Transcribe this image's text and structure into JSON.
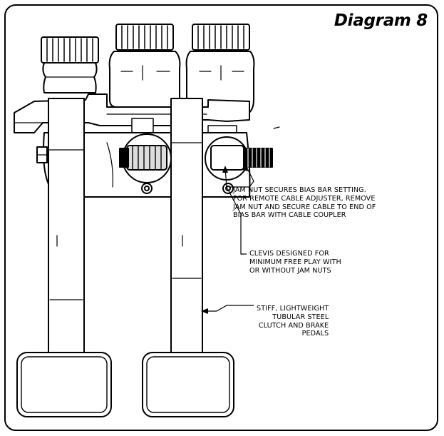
{
  "title": "Diagram 8",
  "callouts": [
    {
      "lines": [
        "JAM NUT SECURES BIAS BAR SETTING.",
        "FOR REMOTE CABLE ADJUSTER, REMOVE",
        "JAM NUT AND SECURE CABLE TO END OF",
        "BIAS BAR WITH CABLE COUPLER"
      ]
    },
    {
      "lines": [
        "CLEVIS DESIGNED FOR",
        "MINIMUM FREE PLAY WITH",
        "OR WITHOUT JAM NUTS"
      ]
    },
    {
      "lines": [
        "STIFF, LIGHTWEIGHT",
        "TUBULAR STEEL",
        "CLUTCH AND BRAKE",
        "PEDALS"
      ]
    }
  ]
}
